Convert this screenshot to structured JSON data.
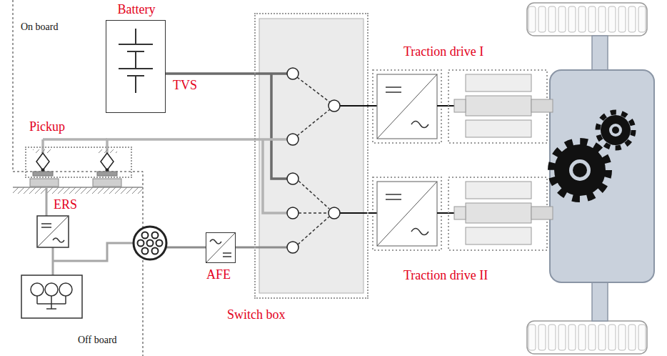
{
  "diagram": {
    "nodes": [
      {
        "text": [
          "Battery"
        ]
      },
      {
        "text": [
          "Pickup"
        ]
      },
      {
        "text": [
          "AFE"
        ]
      },
      {
        "text": [
          "Switch box"
        ]
      },
      {
        "text": [
          "Traction drive I"
        ]
      },
      {
        "text": [
          "Traction drive II"
        ]
      }
    ],
    "edges": [
      {
        "from": 0,
        "to": 3,
        "label": "TVS",
        "arrow": "none"
      },
      {
        "from": 1,
        "to": 3,
        "arrow": "none"
      },
      {
        "from": 2,
        "to": 3,
        "arrow": "none"
      },
      {
        "from": 3,
        "to": 4,
        "arrow": "none"
      },
      {
        "from": 3,
        "to": 5,
        "arrow": "none"
      }
    ],
    "labels": [
      "On board",
      "ERS",
      "Off board"
    ]
  }
}
